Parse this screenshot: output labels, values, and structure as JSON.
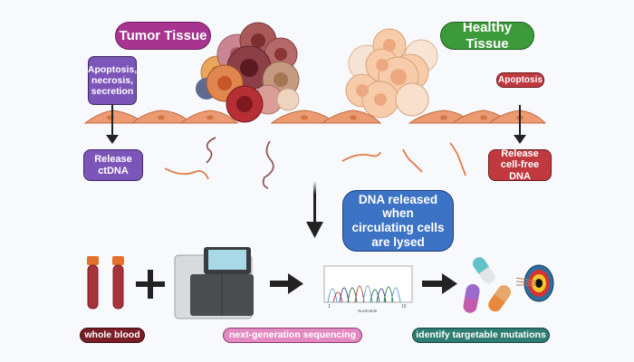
{
  "labels": {
    "tumor_tissue": "Tumor Tissue",
    "healthy_tissue": "Healthy Tissue",
    "tumor_mechanism": "Apoptosis, necrosis, secretion",
    "healthy_mechanism": "Apoptosis",
    "release_ctdna": "Release ctDNA",
    "release_cfdna": "Release cell-free DNA",
    "dna_released_lysed": "DNA released when circulating cells are lysed",
    "whole_blood": "whole blood",
    "ngs": "next-generation sequencing",
    "identify": "identify targetable mutations"
  },
  "chromatogram": {
    "xtick_start": "1",
    "xtick_end": "10",
    "xlabel": "Nucleotide"
  },
  "colors": {
    "tumor_label": "#a7348e",
    "healthy_label": "#3d9a3a",
    "mechanism_purple": "#7c55b8",
    "apoptosis_red": "#c0393f",
    "blue_box": "#3c73c4",
    "whole_blood": "#7a1e26",
    "ngs": "#e48ac3",
    "identify": "#2f7d72",
    "endothelial": "#eb9a72"
  }
}
